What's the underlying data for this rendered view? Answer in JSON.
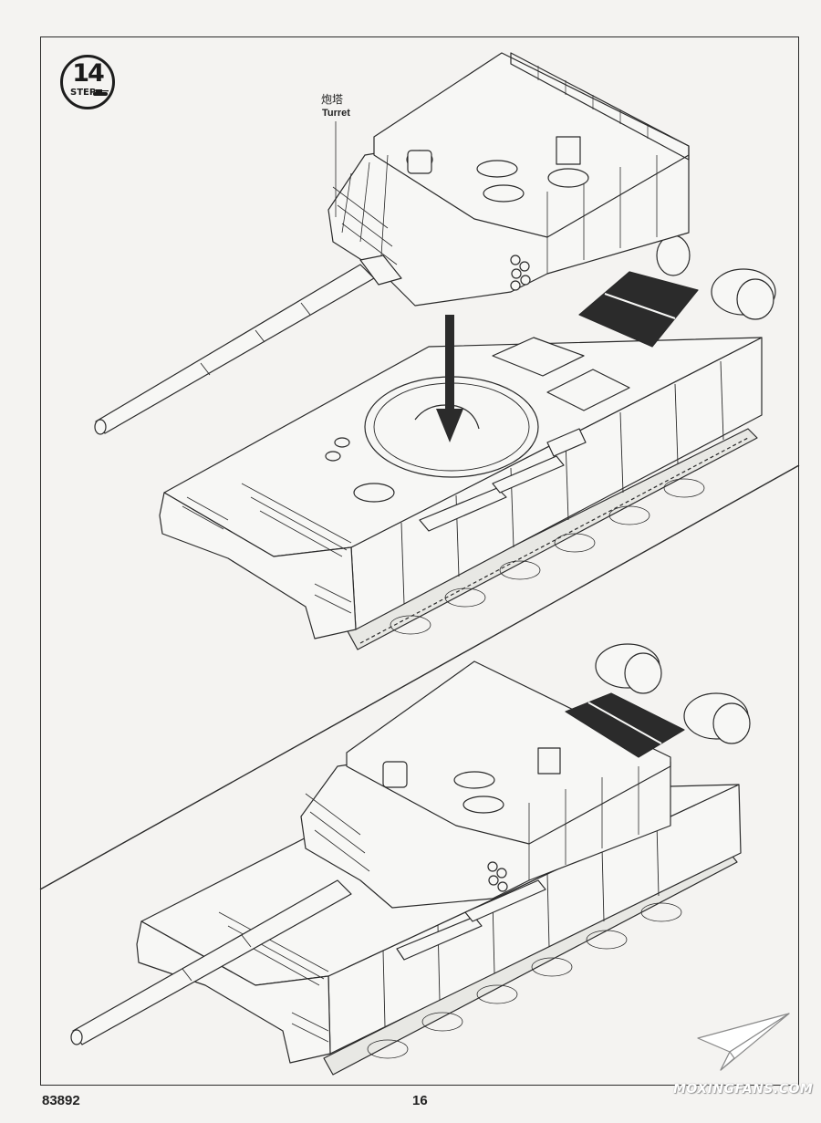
{
  "step": {
    "number": "14",
    "word": "STEP",
    "icon": "tank-icon"
  },
  "callouts": {
    "turret_cn": "炮塔",
    "turret_en": "Turret"
  },
  "footer": {
    "kit_code": "83892",
    "page_number": "16"
  },
  "watermark": {
    "text": "MOXINGFANS.COM",
    "icon": "paper-plane-icon"
  },
  "colors": {
    "ink": "#222222",
    "paper": "#f4f3f1",
    "hatch_fill": "#2b2b2b"
  }
}
